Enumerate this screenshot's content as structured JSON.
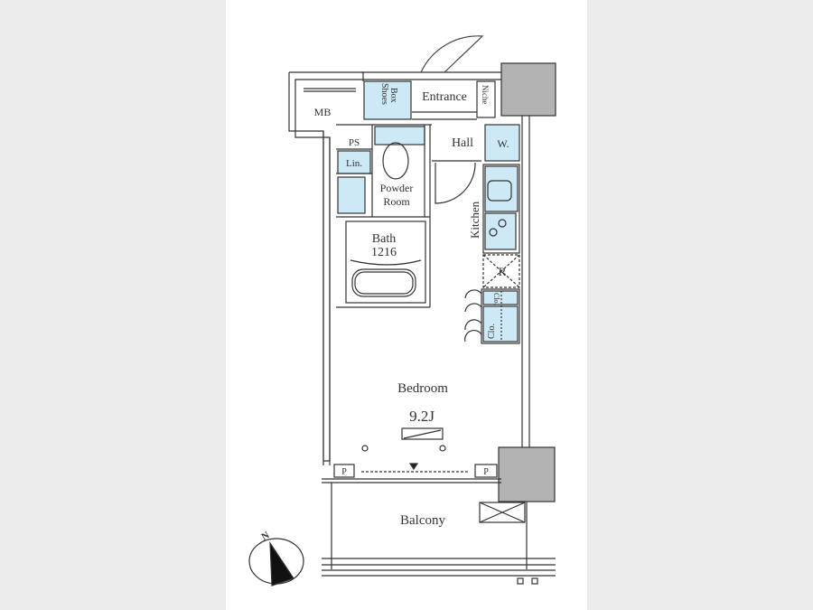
{
  "plan": {
    "rooms": {
      "mb": "MB",
      "shoes_box_1": "Shoes",
      "shoes_box_2": "Box",
      "entrance": "Entrance",
      "niche": "Niche",
      "ps": "PS",
      "hall": "Hall",
      "washer": "W.",
      "linen": "Lin.",
      "powder_1": "Powder",
      "powder_2": "Room",
      "kitchen": "Kitchen",
      "bath": "Bath",
      "bath_size": "1216",
      "fridge": "R",
      "closet_small": "Clo.",
      "closet_large": "Clo.",
      "bedroom": "Bedroom",
      "bedroom_size": "9.2J",
      "pipe_left": "P",
      "pipe_right": "P",
      "balcony": "Balcony"
    },
    "compass": "N"
  },
  "colors": {
    "background": "#ececec",
    "sheet": "#ffffff",
    "wall": "#333333",
    "fixture_fill": "#cde9f5",
    "column_fill": "#b3b3b3"
  }
}
